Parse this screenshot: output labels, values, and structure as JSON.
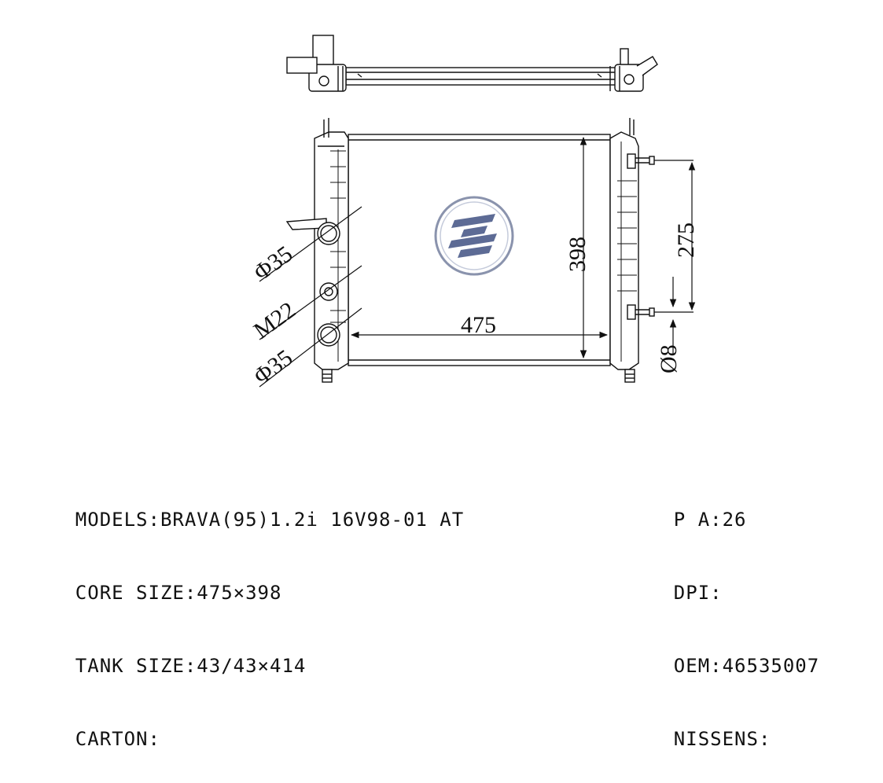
{
  "dimensions": {
    "width": "475",
    "height": "398",
    "bolt_spacing": "275",
    "bolt_diameter": "Ø8",
    "upper_inlet": "Φ35",
    "sensor_thread": "M22",
    "lower_outlet": "Φ35"
  },
  "specs_left": [
    {
      "label": "MODELS:",
      "value": "BRAVA(95)1.2i 16V98-01 AT"
    },
    {
      "label": "CORE SIZE:",
      "value": "475×398"
    },
    {
      "label": "TANK SIZE:",
      "value": "43/43×414"
    },
    {
      "label": "CARTON:",
      "value": ""
    }
  ],
  "specs_right": [
    {
      "label": "P A:",
      "value": "26"
    },
    {
      "label": "DPI:",
      "value": ""
    },
    {
      "label": "OEM:",
      "value": "46535007"
    },
    {
      "label": "NISSENS:",
      "value": ""
    }
  ],
  "colors": {
    "line": "#111111",
    "logo_ring": "#8a93ad",
    "logo_fill": "#5d6b95"
  },
  "icons": {
    "logo": "company-logo-icon"
  }
}
